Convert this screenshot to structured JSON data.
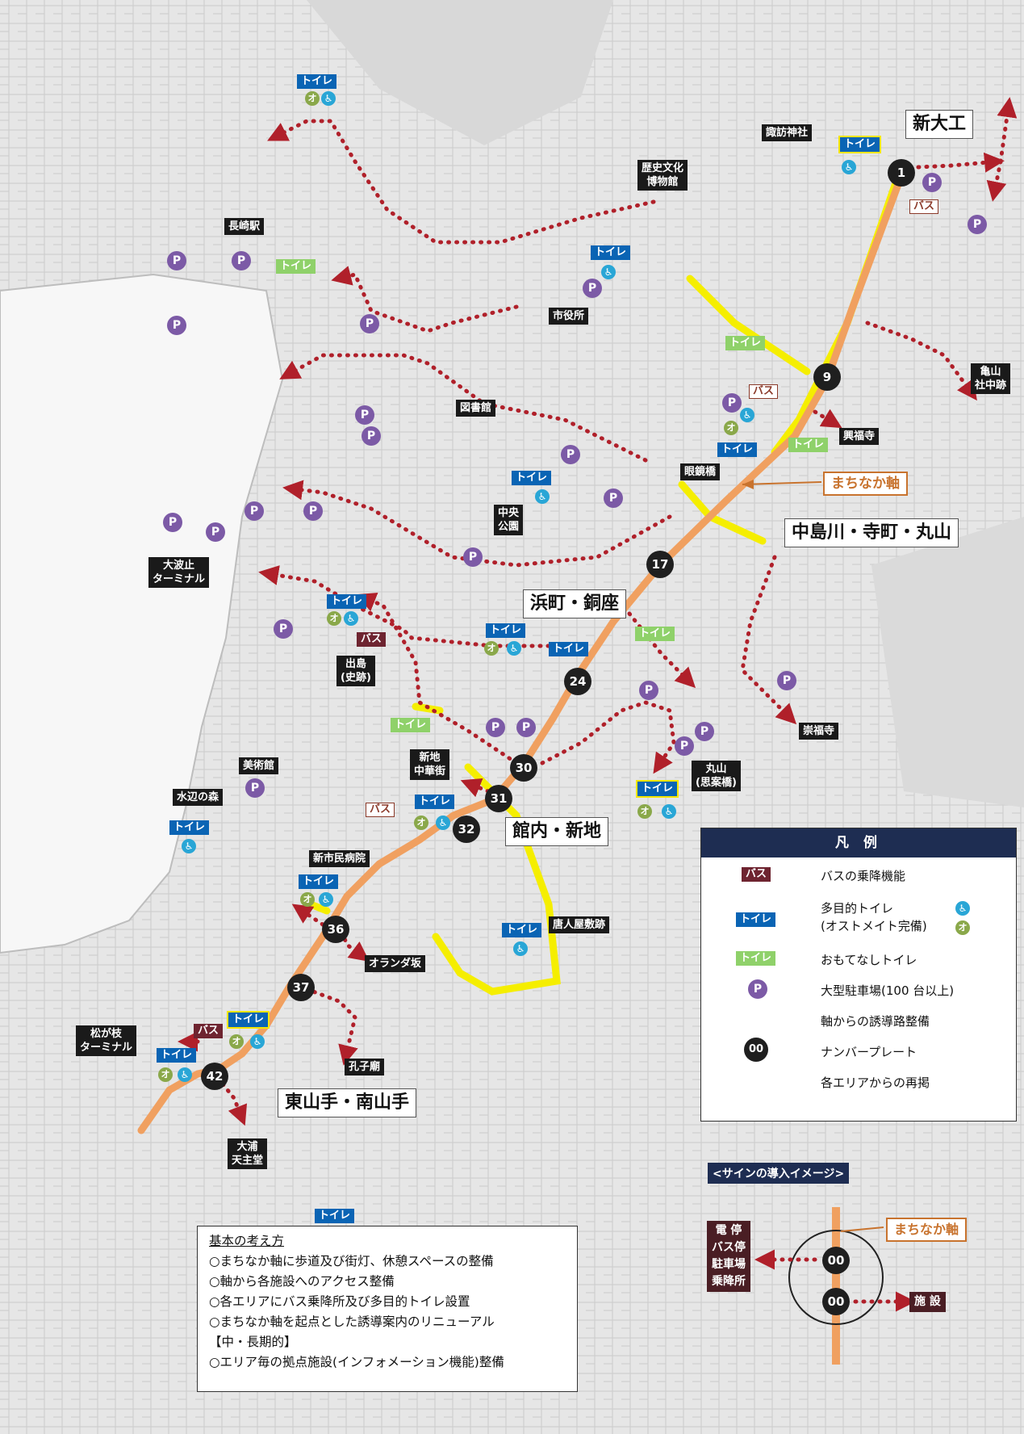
{
  "areas": {
    "shindaiku": "新大工",
    "nakajima": "中島川・寺町・丸山",
    "hamamachi": "浜町・銅座",
    "kannai": "館内・新地",
    "higashiyamate": "東山手・南山手"
  },
  "places": {
    "suwa": "諏訪神社",
    "museum": "歴史文化\n博物館",
    "nagasaki_station": "長崎駅",
    "city_hall": "市役所",
    "kameyama": "亀山\n社中跡",
    "library": "図書館",
    "kofukuji": "興福寺",
    "meganebashi": "眼鏡橋",
    "chuo_park": "中央\n公園",
    "ohato": "大波止\nターミナル",
    "dejima": "出島\n(史跡)",
    "sofukuji": "崇福寺",
    "chinatown": "新地\n中華街",
    "maruyama": "丸山\n(思案橋)",
    "art_museum": "美術館",
    "mizube": "水辺の森",
    "hospital": "新市民病院",
    "toujin": "唐人屋敷跡",
    "oranda": "オランダ坂",
    "matsugae": "松が枝\nターミナル",
    "koshibyo": "孔子廟",
    "oura": "大浦\n天主堂"
  },
  "markers": {
    "toilet": "トイレ",
    "bus": "バス",
    "parking": "P",
    "ostomate_symbol": "♿",
    "ostomate_o": "オ"
  },
  "axis_label": "まちなか軸",
  "stops": [
    "1",
    "9",
    "17",
    "24",
    "30",
    "31",
    "32",
    "36",
    "37",
    "42"
  ],
  "legend": {
    "title": "凡 例",
    "bus": "バスの乗降機能",
    "toilet_multi": "多目的トイレ\n(オストメイト完備)",
    "toilet_omote": "おもてなしトイレ",
    "parking": "大型駐車場(100 台以上)",
    "route": "軸からの誘導路整備",
    "number": "ナンバープレート",
    "number_sample": "00",
    "highlight": "各エリアからの再掲"
  },
  "principles": {
    "title": "基本の考え方",
    "lines": [
      "○まちなか軸に歩道及び街灯、休憩スペースの整備",
      "○軸から各施設へのアクセス整備",
      "○各エリアにバス乗降所及び多目的トイレ設置",
      "○まちなか軸を起点とした誘導案内のリニューアル",
      "【中・長期的】",
      "○エリア毎の拠点施設(インフォメーション機能)整備"
    ]
  },
  "sign": {
    "heading": "<サインの導入イメージ>",
    "axis": "まちなか軸",
    "left_box": "電 停\nバス停\n駐車場\n乗降所",
    "right_box": "施 設",
    "plate": "00"
  },
  "colors": {
    "axis": "#f0a060",
    "highlight": "#f5ee00",
    "route": "#b0202a",
    "parking": "#7c5aa6",
    "toilet": "#0a64b4",
    "omote_toilet": "#8fd16a",
    "bus": "#6e2430",
    "legend_header": "#1e2d52"
  }
}
